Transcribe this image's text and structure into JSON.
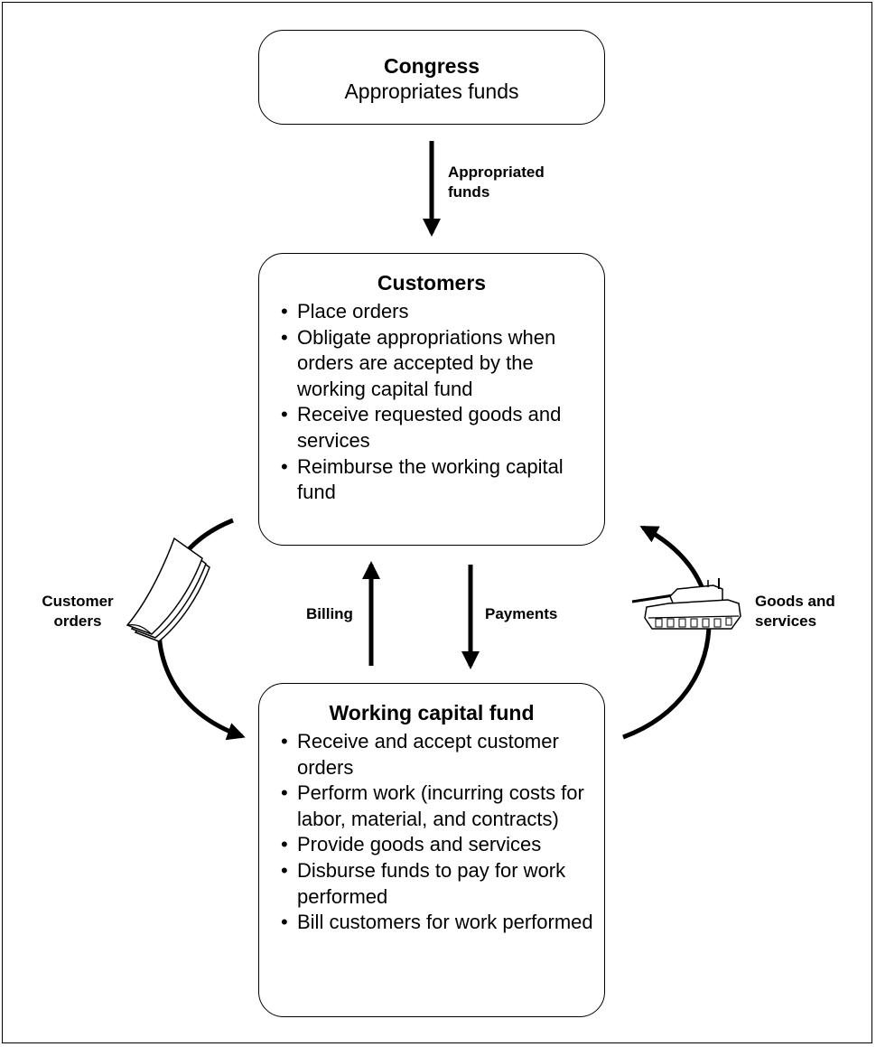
{
  "congress": {
    "title": "Congress",
    "subtitle": "Appropriates funds"
  },
  "customers": {
    "title": "Customers",
    "items": [
      "Place orders",
      "Obligate appropriations when orders are accepted by the working capital fund",
      "Receive requested goods and services",
      "Reimburse the working capital fund"
    ]
  },
  "working_capital_fund": {
    "title": "Working capital fund",
    "items": [
      "Receive and accept customer orders",
      "Perform work (incurring costs for labor, material, and contracts)",
      "Provide goods and services",
      "Disburse funds to pay for work performed",
      "Bill customers for work performed"
    ]
  },
  "flows": {
    "appropriated_funds": "Appropriated funds",
    "billing": "Billing",
    "payments": "Payments",
    "customer_orders": "Customer orders",
    "goods_and_services": "Goods and services"
  },
  "icons": {
    "document": "document-stack-icon",
    "tank": "tank-icon"
  }
}
